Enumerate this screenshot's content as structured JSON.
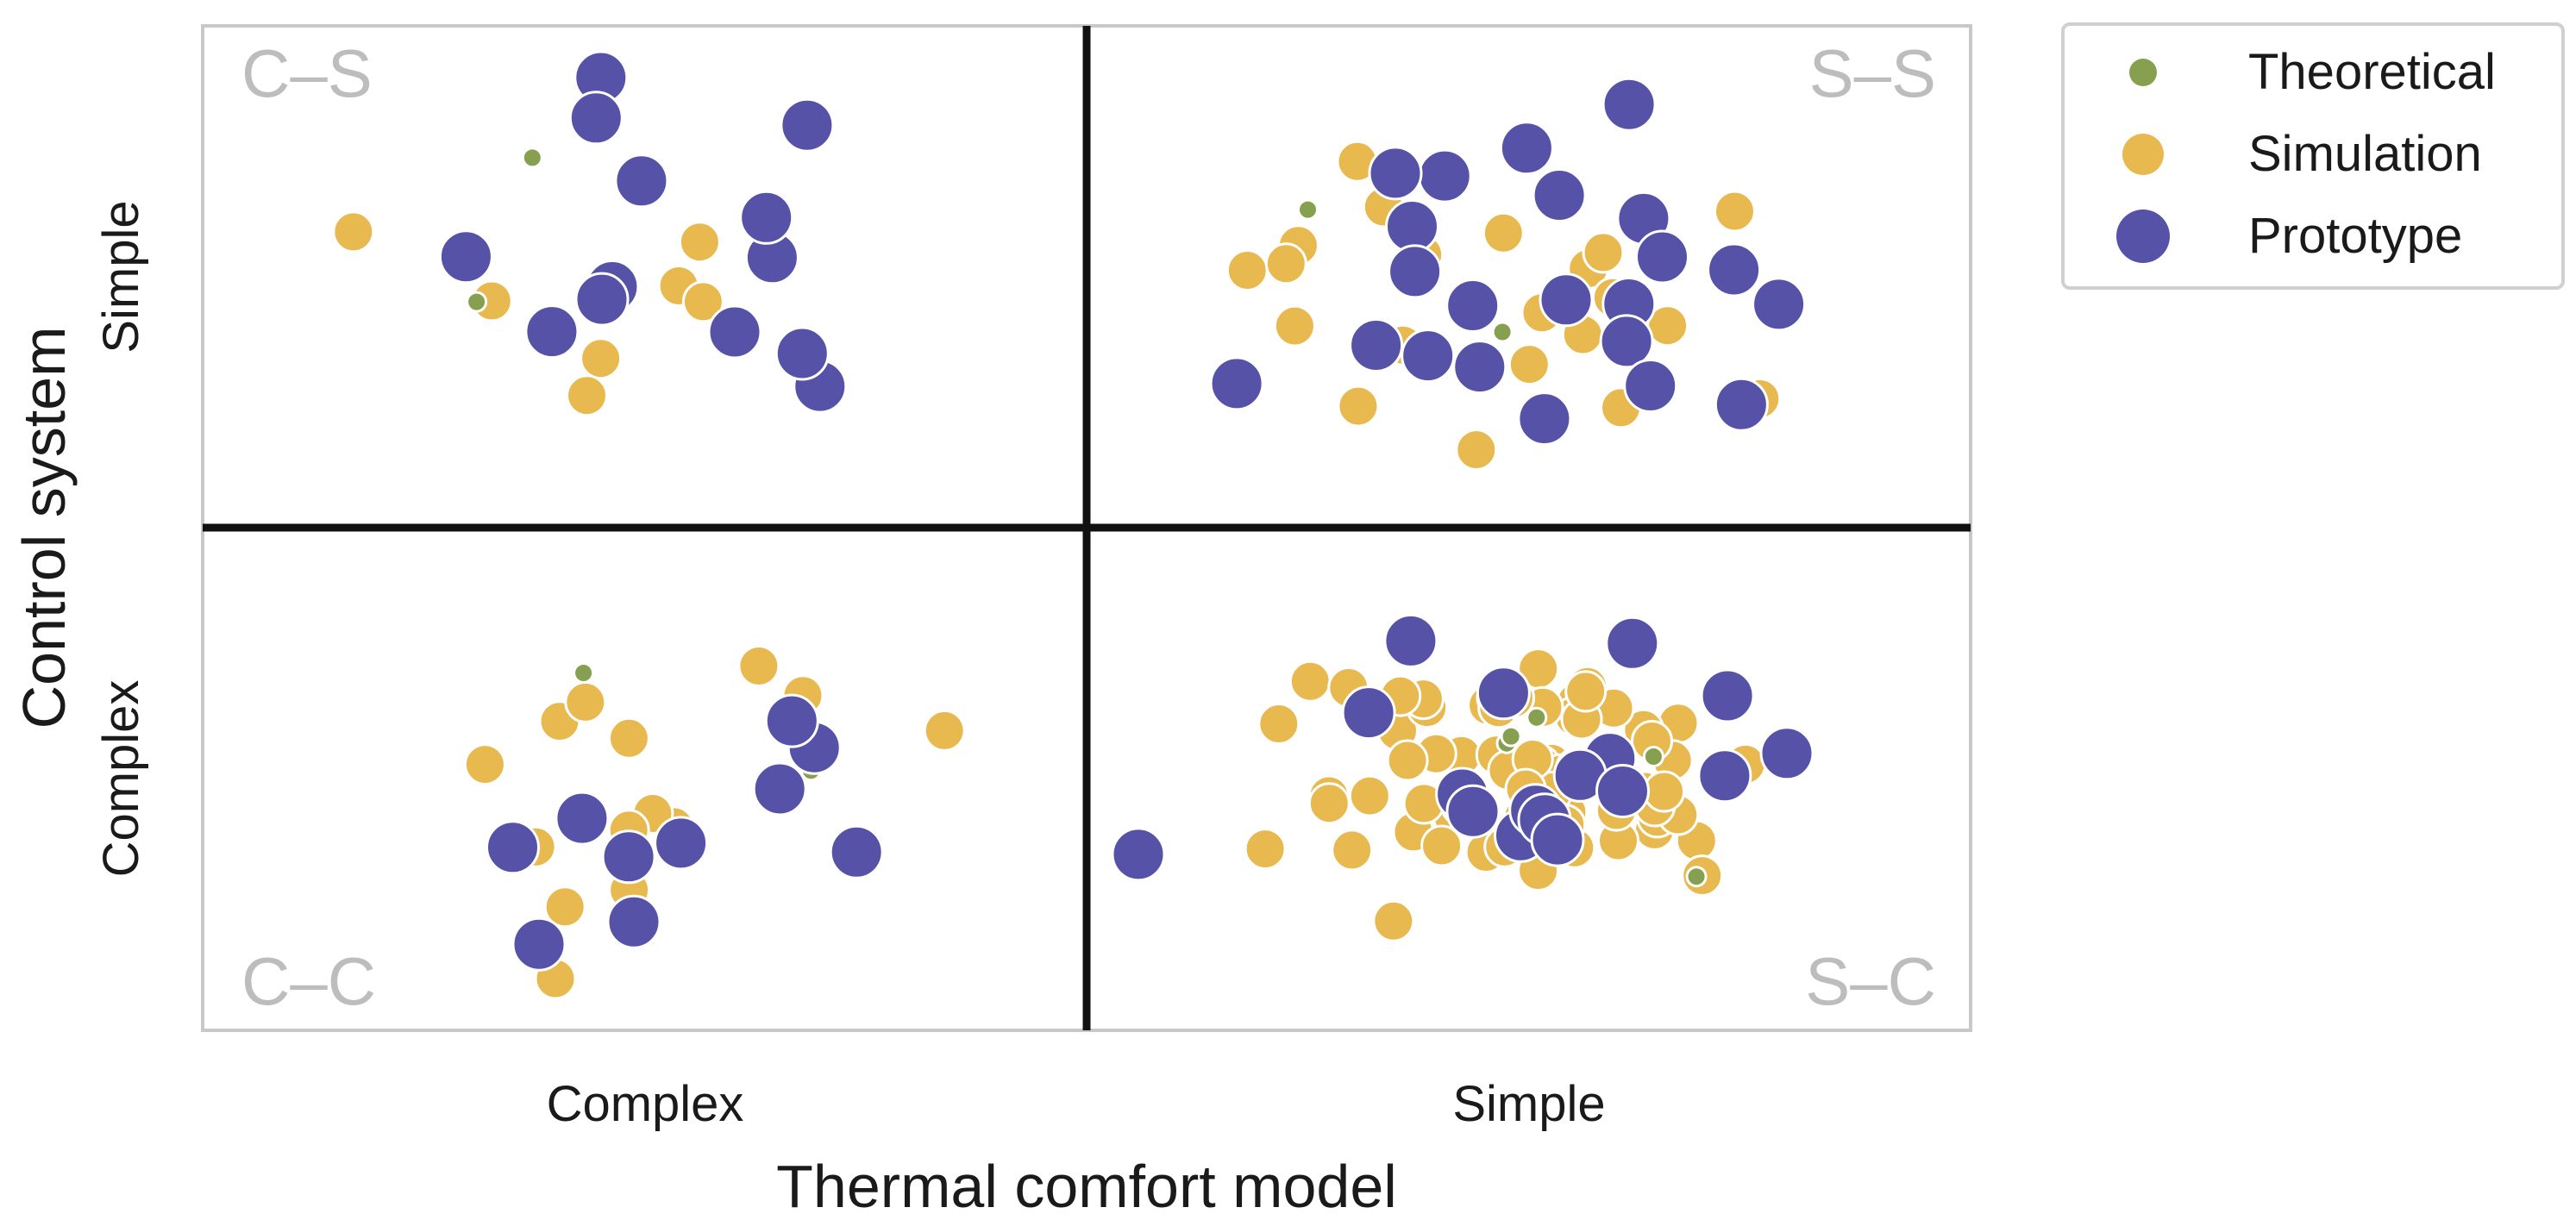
{
  "chart_data": {
    "type": "scatter",
    "xlabel": "Thermal comfort model",
    "ylabel": "Control system",
    "x_categories": [
      "Complex",
      "Simple"
    ],
    "y_categories": [
      "Simple",
      "Complex"
    ],
    "grid": false,
    "legend_position": "outside-top-right",
    "series": [
      {
        "name": "Theoretical",
        "color": "#86a050",
        "size": "small"
      },
      {
        "name": "Simulation",
        "color": "#e8b94f",
        "size": "medium"
      },
      {
        "name": "Prototype",
        "color": "#5552a8",
        "size": "large"
      }
    ],
    "quadrants": [
      {
        "label": "C–S",
        "x": "Complex",
        "y": "Simple",
        "counts": {
          "Theoretical": 2,
          "Simulation": 7,
          "Prototype": 13
        }
      },
      {
        "label": "S–S",
        "x": "Simple",
        "y": "Simple",
        "counts": {
          "Theoretical": 2,
          "Simulation": 23,
          "Prototype": 22
        }
      },
      {
        "label": "C–C",
        "x": "Complex",
        "y": "Complex",
        "counts": {
          "Theoretical": 2,
          "Simulation": 14,
          "Prototype": 10
        }
      },
      {
        "label": "S–C",
        "x": "Simple",
        "y": "Complex",
        "counts": {
          "Theoretical": 5,
          "Simulation": 71,
          "Prototype": 17
        }
      }
    ]
  },
  "legend": {
    "title": ""
  }
}
